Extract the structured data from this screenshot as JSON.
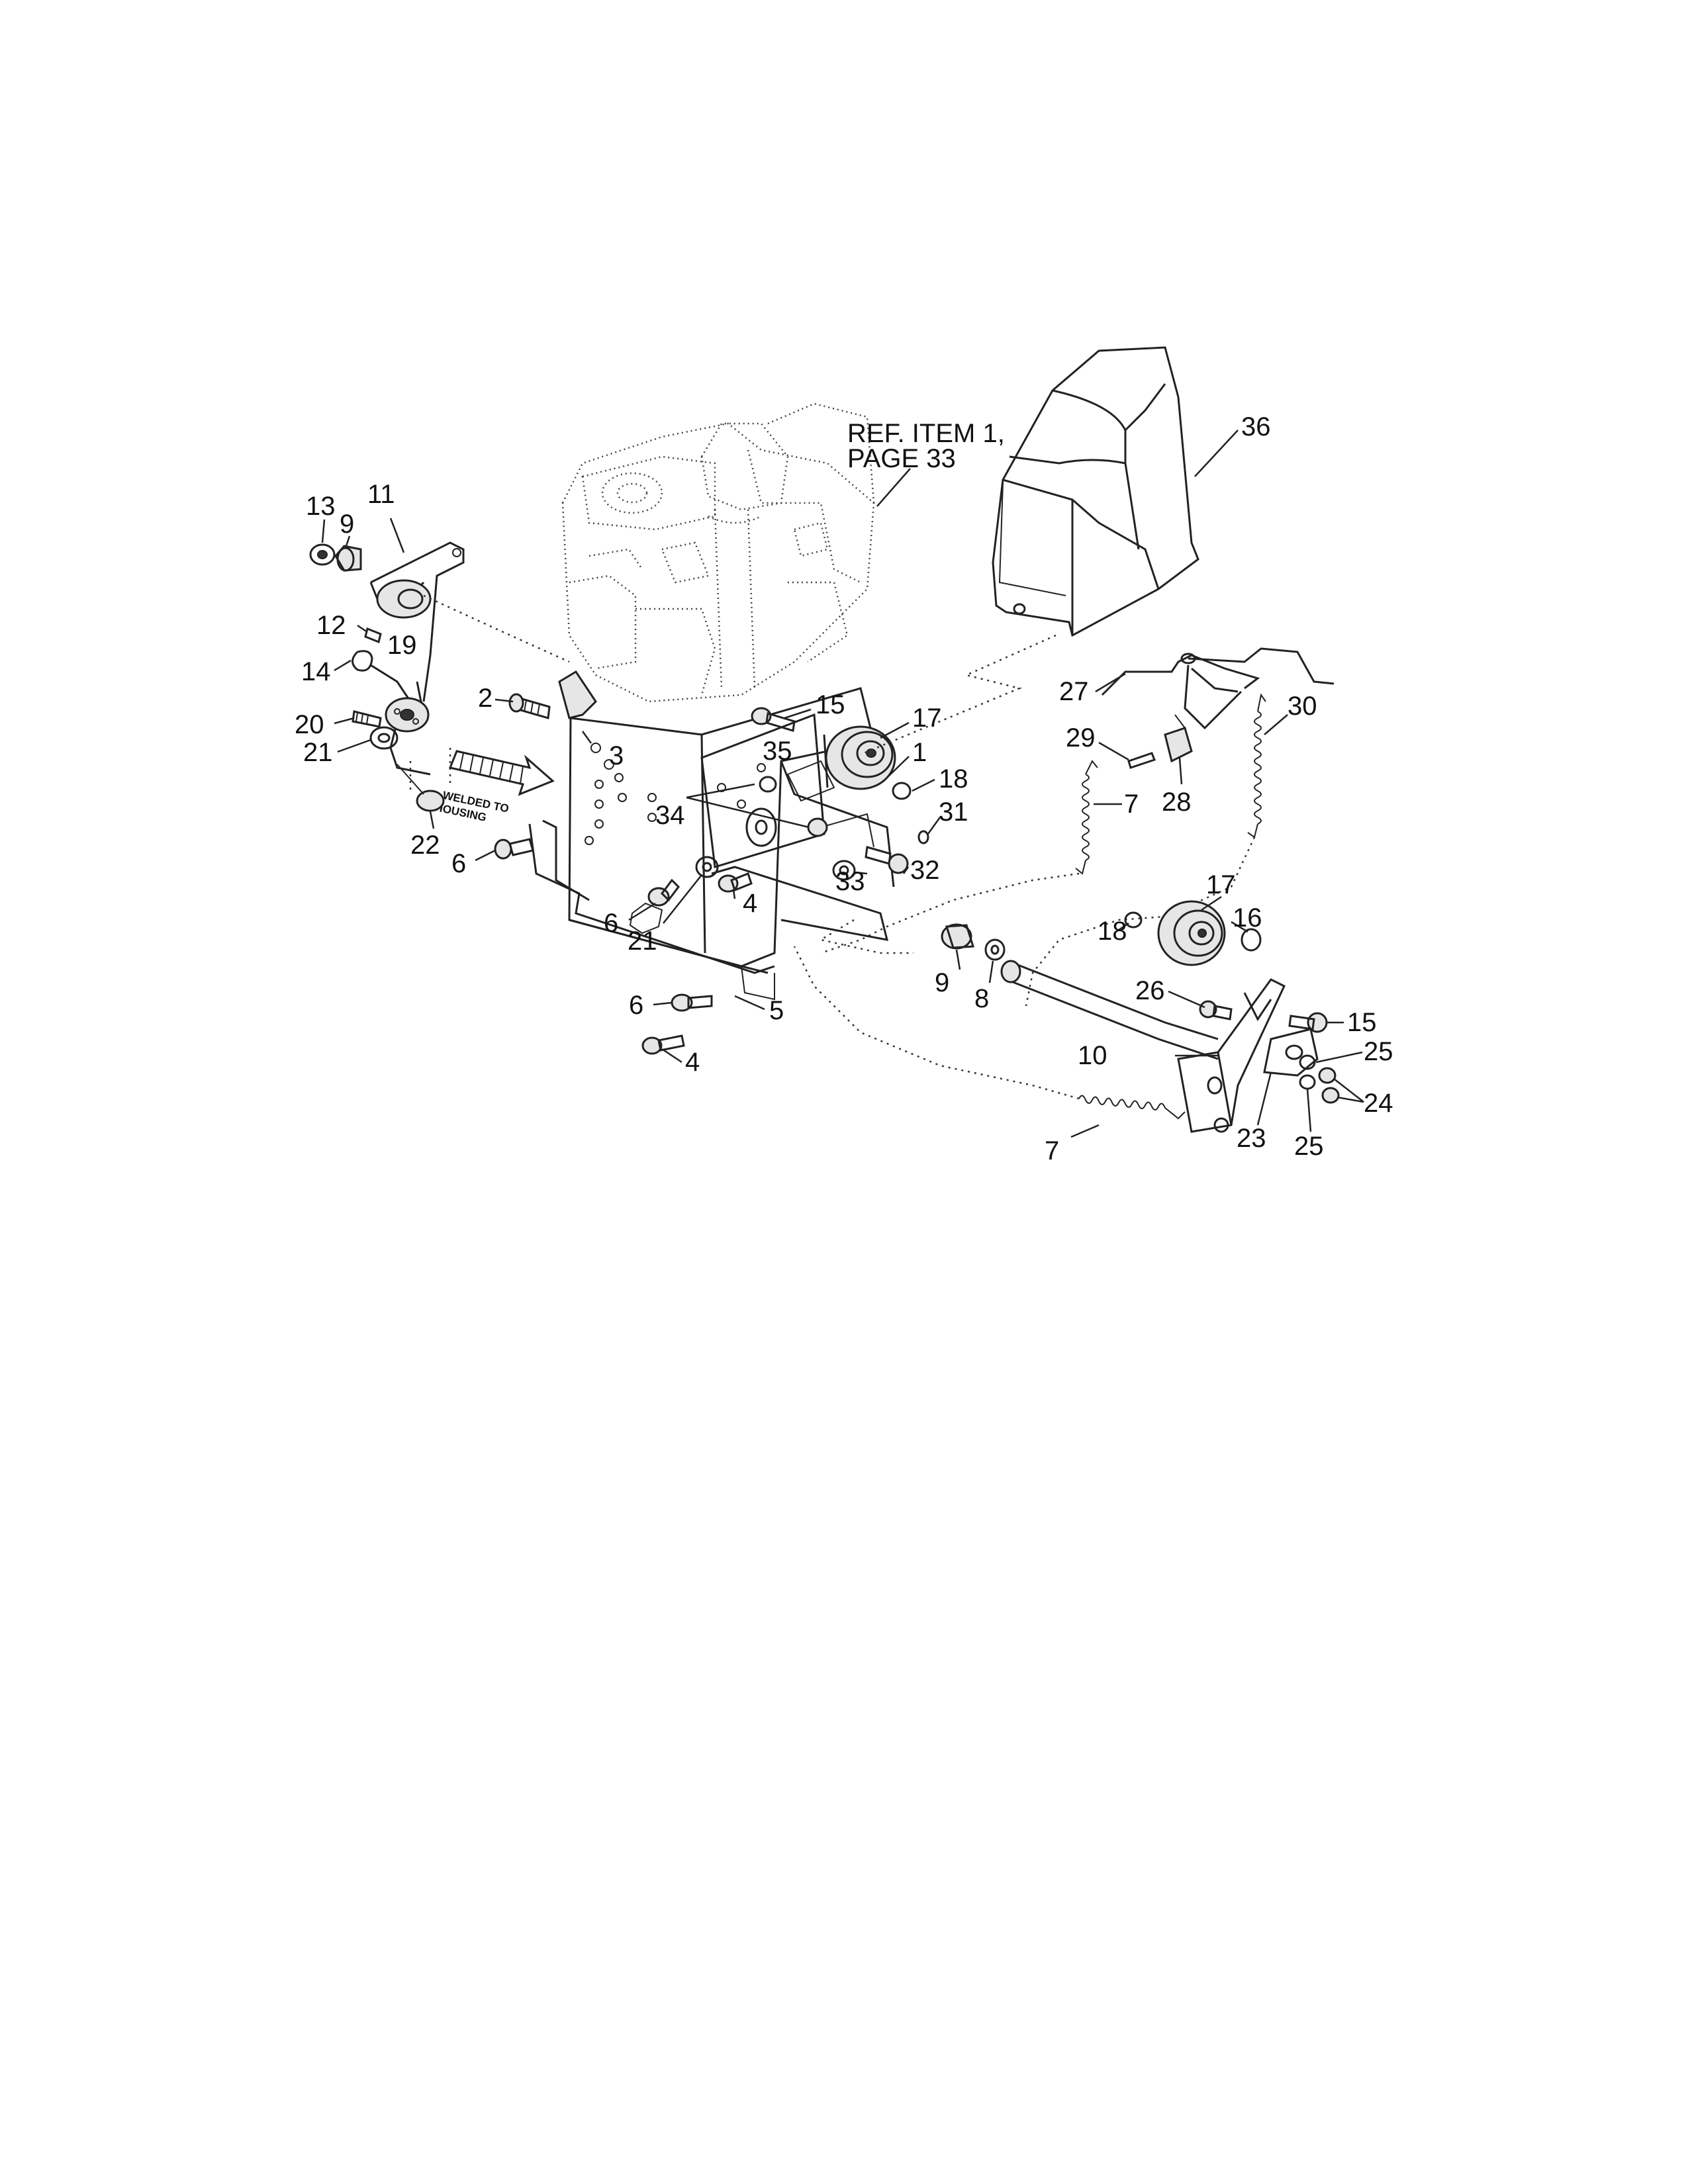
{
  "reference": {
    "line1": "REF. ITEM 1,",
    "line2": "PAGE 33"
  },
  "note": {
    "line1": "WELDED TO",
    "line2": "HOUSING"
  },
  "callouts": [
    {
      "id": "c-13",
      "text": "13"
    },
    {
      "id": "c-9a",
      "text": "9"
    },
    {
      "id": "c-11",
      "text": "11"
    },
    {
      "id": "c-12",
      "text": "12"
    },
    {
      "id": "c-19",
      "text": "19"
    },
    {
      "id": "c-14",
      "text": "14"
    },
    {
      "id": "c-2",
      "text": "2"
    },
    {
      "id": "c-20",
      "text": "20"
    },
    {
      "id": "c-21a",
      "text": "21"
    },
    {
      "id": "c-3",
      "text": "3"
    },
    {
      "id": "c-22",
      "text": "22"
    },
    {
      "id": "c-6a",
      "text": "6"
    },
    {
      "id": "c-15a",
      "text": "15"
    },
    {
      "id": "c-35",
      "text": "35"
    },
    {
      "id": "c-17a",
      "text": "17"
    },
    {
      "id": "c-1",
      "text": "1"
    },
    {
      "id": "c-18a",
      "text": "18"
    },
    {
      "id": "c-34",
      "text": "34"
    },
    {
      "id": "c-31",
      "text": "31"
    },
    {
      "id": "c-33",
      "text": "33"
    },
    {
      "id": "c-32",
      "text": "32"
    },
    {
      "id": "c-4a",
      "text": "4"
    },
    {
      "id": "c-6b",
      "text": "6"
    },
    {
      "id": "c-21b",
      "text": "21"
    },
    {
      "id": "c-6c",
      "text": "6"
    },
    {
      "id": "c-5",
      "text": "5"
    },
    {
      "id": "c-4b",
      "text": "4"
    },
    {
      "id": "c-36",
      "text": "36"
    },
    {
      "id": "c-27",
      "text": "27"
    },
    {
      "id": "c-30",
      "text": "30"
    },
    {
      "id": "c-29",
      "text": "29"
    },
    {
      "id": "c-7a",
      "text": "7"
    },
    {
      "id": "c-28",
      "text": "28"
    },
    {
      "id": "c-17b",
      "text": "17"
    },
    {
      "id": "c-16",
      "text": "16"
    },
    {
      "id": "c-18b",
      "text": "18"
    },
    {
      "id": "c-9b",
      "text": "9"
    },
    {
      "id": "c-8",
      "text": "8"
    },
    {
      "id": "c-26",
      "text": "26"
    },
    {
      "id": "c-15b",
      "text": "15"
    },
    {
      "id": "c-25a",
      "text": "25"
    },
    {
      "id": "c-10",
      "text": "10"
    },
    {
      "id": "c-24",
      "text": "24"
    },
    {
      "id": "c-23",
      "text": "23"
    },
    {
      "id": "c-25b",
      "text": "25"
    },
    {
      "id": "c-7b",
      "text": "7"
    }
  ]
}
